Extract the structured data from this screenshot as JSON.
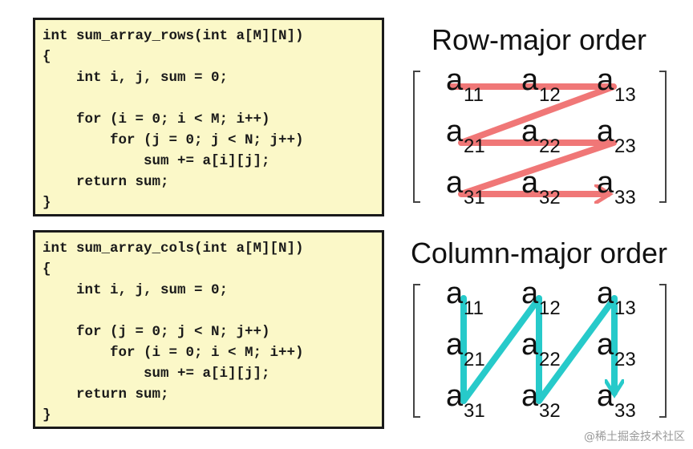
{
  "code_top": {
    "lines": [
      "int sum_array_rows(int a[M][N])",
      "{",
      "    int i, j, sum = 0;",
      "",
      "    for (i = 0; i < M; i++)",
      "        for (j = 0; j < N; j++)",
      "            sum += a[i][j];",
      "    return sum;",
      "}"
    ]
  },
  "code_bottom": {
    "lines": [
      "int sum_array_cols(int a[M][N])",
      "{",
      "    int i, j, sum = 0;",
      "",
      "    for (j = 0; j < N; j++)",
      "        for (i = 0; i < M; i++)",
      "            sum += a[i][j];",
      "    return sum;",
      "}"
    ]
  },
  "row_major": {
    "title": "Row-major order",
    "arrow_color": "#f07070",
    "matrix": [
      [
        "a",
        "11"
      ],
      [
        "a",
        "12"
      ],
      [
        "a",
        "13"
      ],
      [
        "a",
        "21"
      ],
      [
        "a",
        "22"
      ],
      [
        "a",
        "23"
      ],
      [
        "a",
        "31"
      ],
      [
        "a",
        "32"
      ],
      [
        "a",
        "33"
      ]
    ]
  },
  "col_major": {
    "title": "Column-major order",
    "arrow_color": "#1cc8c8",
    "matrix": [
      [
        "a",
        "11"
      ],
      [
        "a",
        "12"
      ],
      [
        "a",
        "13"
      ],
      [
        "a",
        "21"
      ],
      [
        "a",
        "22"
      ],
      [
        "a",
        "23"
      ],
      [
        "a",
        "31"
      ],
      [
        "a",
        "32"
      ],
      [
        "a",
        "33"
      ]
    ]
  },
  "watermark": "@稀土掘金技术社区"
}
